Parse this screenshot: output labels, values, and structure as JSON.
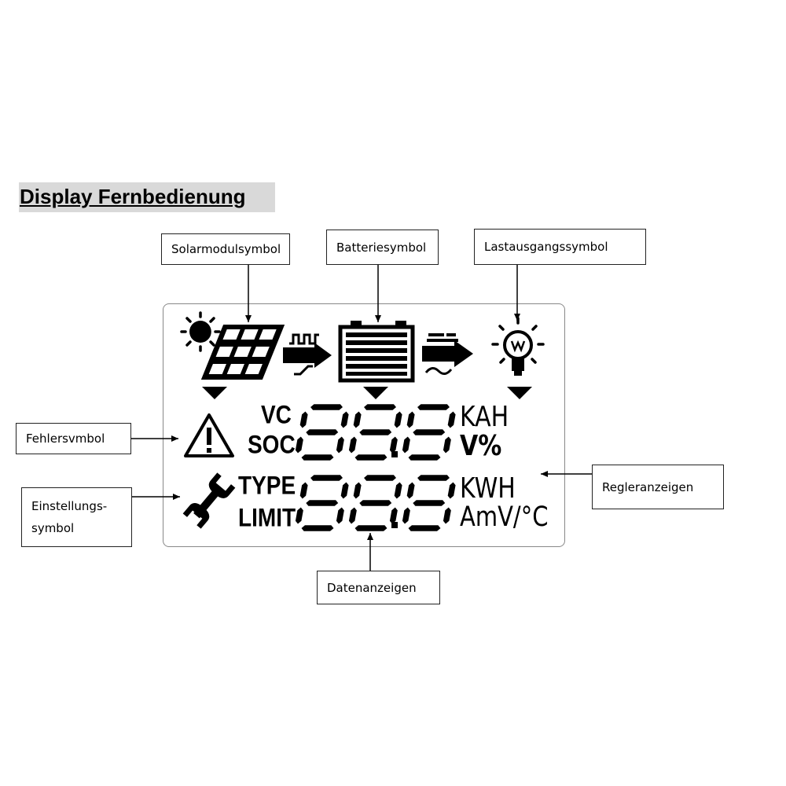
{
  "title": "Display Fernbedienung",
  "callouts": {
    "solar": "Solarmodulsymbol",
    "battery": "Batteriesymbol",
    "load": "Lastausgangssymbol",
    "error": "Fehlersvmbol",
    "settings": "Einstellungs-\nsymbol",
    "controller": "Regleranzeigen",
    "data": "Datenanzeigen"
  },
  "lcd": {
    "row1": {
      "labels": [
        "VC",
        "SOC"
      ],
      "digits": "88.8",
      "units": [
        "KAH",
        "V%"
      ]
    },
    "row2": {
      "labels": [
        "TYPE",
        "LIMIT"
      ],
      "digits": "88.8",
      "units": [
        "KWH",
        "AmV/°C"
      ]
    }
  },
  "icons": [
    "sun-icon",
    "solar-panel-icon",
    "pwm-arrow-icon",
    "battery-icon",
    "load-arrow-icon",
    "light-bulb-icon",
    "warning-icon",
    "wrench-icon"
  ]
}
